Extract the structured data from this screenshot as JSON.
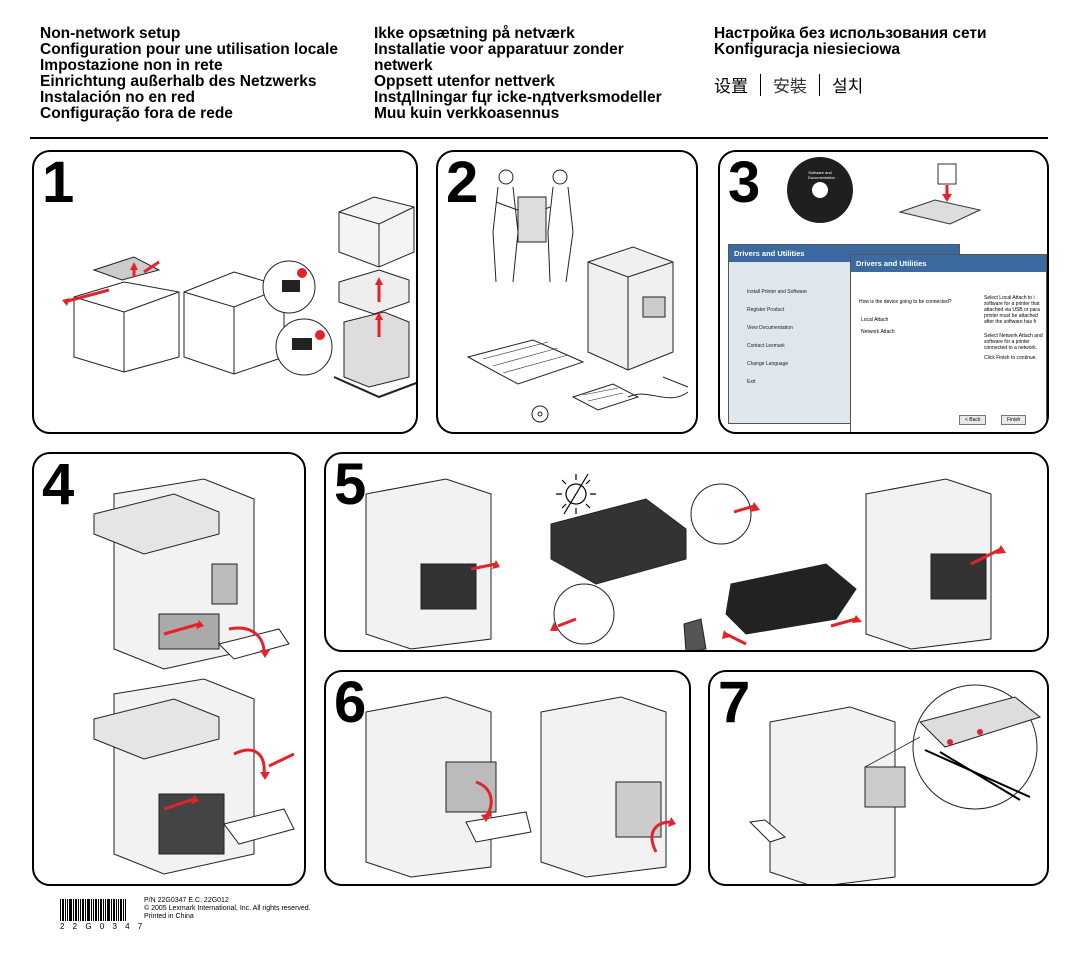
{
  "header": {
    "col1": [
      "Non-network setup",
      "Configuration pour une utilisation locale",
      "Impostazione non in rete",
      "Einrichtung außerhalb des Netzwerks",
      "Instalación no en red",
      "Configuração fora de rede"
    ],
    "col2": [
      "Ikke opsætning på netværk",
      "Installatie voor apparatuur zonder",
      "netwerk",
      "Oppsett utenfor nettverk",
      "Instдllningar fцr icke-nдtverksmodeller",
      "Muu kuin verkkoasennus"
    ],
    "col3": [
      "Настройка без использования сети",
      "Konfiguracja niesieciowa"
    ],
    "cjk": [
      "设置",
      "安裝",
      "설치"
    ]
  },
  "steps": [
    {
      "number": "1"
    },
    {
      "number": "2"
    },
    {
      "number": "3"
    },
    {
      "number": "4"
    },
    {
      "number": "5"
    },
    {
      "number": "6"
    },
    {
      "number": "7"
    }
  ],
  "step3": {
    "cd_label": "Software and Documentation",
    "back_window_title": "Drivers and Utilities",
    "front_window_title": "Drivers and Utilities",
    "menu": [
      "Install Printer and Software",
      "Register Product",
      "View Documentation",
      "Contact Lexmark",
      "Change Language",
      "Exit"
    ],
    "question": "How is the device going to be connected?",
    "options": [
      "Local Attach",
      "Network Attach"
    ],
    "side_text_1": "Select Local Attach to i software for a printer that attached via USB or para printer must be attached after the software has fi",
    "side_text_2": "Select Network Attach and software for a printer connected to a network.",
    "side_text_3": "Click Finish to continue.",
    "back_button": "< Back",
    "finish_button": "Finish"
  },
  "footer": {
    "pn": "P/N  22G0347     E.C.  22G012",
    "copyright": "© 2005 Lexmark International, Inc. All rights reserved.",
    "printed": "Printed in China",
    "barcode_number": "2 2 G 0 3 4 7"
  },
  "colors": {
    "accent_red": "#e3232c",
    "line": "#000000",
    "win_blue": "#3a6aa0"
  }
}
